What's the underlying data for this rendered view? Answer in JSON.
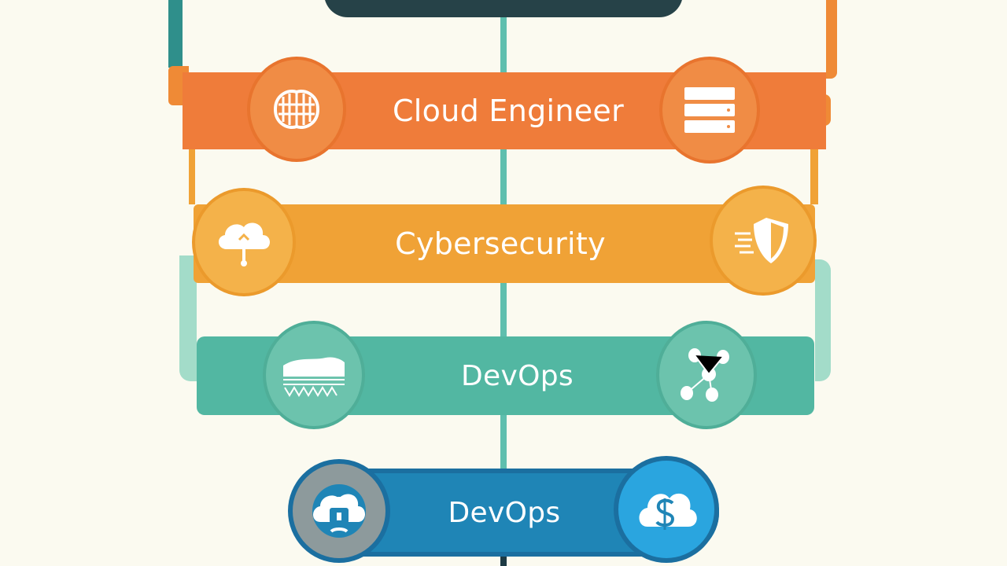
{
  "diagram": {
    "rows": [
      {
        "label": "Cloud Engineer",
        "color": "#ef7c3a",
        "left_icon": "circuit-brain-icon",
        "right_icon": "server-stack-icon"
      },
      {
        "label": "Cybersecurity",
        "color": "#f0a236",
        "left_icon": "cloud-upload-icon",
        "right_icon": "shield-icon"
      },
      {
        "label": "DevOps",
        "color": "#52b7a2",
        "left_icon": "wave-pattern-icon",
        "right_icon": "network-nodes-icon"
      },
      {
        "label": "DevOps",
        "color": "#1f85b6",
        "left_icon": "cloud-lock-icon",
        "right_icon": "cloud-dollar-icon"
      }
    ]
  }
}
